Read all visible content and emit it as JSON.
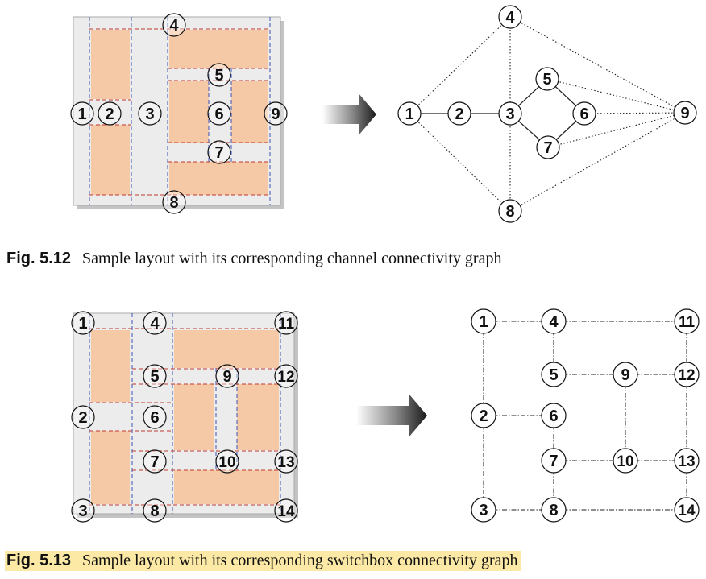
{
  "figures": [
    {
      "id": "fig-5-12",
      "caption_number": "Fig. 5.12",
      "caption_text": "Sample layout with its corresponding channel connectivity graph",
      "layout_nodes": [
        "1",
        "2",
        "3",
        "4",
        "5",
        "6",
        "7",
        "8",
        "9"
      ],
      "graph_nodes": [
        "1",
        "2",
        "3",
        "4",
        "5",
        "6",
        "7",
        "8",
        "9"
      ],
      "graph_edges": [
        [
          "1",
          "2",
          "solid"
        ],
        [
          "2",
          "3",
          "solid"
        ],
        [
          "1",
          "4",
          "dotted"
        ],
        [
          "1",
          "8",
          "dotted"
        ],
        [
          "4",
          "3",
          "dotted"
        ],
        [
          "3",
          "8",
          "dotted"
        ],
        [
          "3",
          "5",
          "solid"
        ],
        [
          "3",
          "7",
          "solid"
        ],
        [
          "5",
          "6",
          "solid"
        ],
        [
          "7",
          "6",
          "solid"
        ],
        [
          "4",
          "9",
          "dotted"
        ],
        [
          "5",
          "9",
          "dotted"
        ],
        [
          "6",
          "9",
          "dotted"
        ],
        [
          "7",
          "9",
          "dotted"
        ],
        [
          "8",
          "9",
          "dotted"
        ]
      ]
    },
    {
      "id": "fig-5-13",
      "caption_number": "Fig. 5.13",
      "caption_text": "Sample layout with its corresponding switchbox connectivity graph",
      "layout_nodes": [
        "1",
        "2",
        "3",
        "4",
        "5",
        "6",
        "7",
        "8",
        "9",
        "10",
        "11",
        "12",
        "13",
        "14"
      ],
      "graph_nodes": [
        "1",
        "2",
        "3",
        "4",
        "5",
        "6",
        "7",
        "8",
        "9",
        "10",
        "11",
        "12",
        "13",
        "14"
      ],
      "graph_edges": [
        [
          "1",
          "4"
        ],
        [
          "4",
          "11"
        ],
        [
          "1",
          "2"
        ],
        [
          "2",
          "3"
        ],
        [
          "2",
          "6"
        ],
        [
          "3",
          "8"
        ],
        [
          "8",
          "14"
        ],
        [
          "4",
          "5"
        ],
        [
          "6",
          "7"
        ],
        [
          "7",
          "8"
        ],
        [
          "5",
          "9"
        ],
        [
          "9",
          "12"
        ],
        [
          "9",
          "10"
        ],
        [
          "7",
          "10"
        ],
        [
          "10",
          "13"
        ],
        [
          "11",
          "12"
        ],
        [
          "12",
          "13"
        ],
        [
          "13",
          "14"
        ]
      ]
    }
  ],
  "colors": {
    "cell_fill": "#f5c9a6",
    "layout_bg": "#ececec",
    "frame_shadow": "#c4c4c4",
    "blue_dash": "#3b55b5",
    "red_dash": "#c0392b",
    "caption_highlight": "#fce9a6"
  }
}
